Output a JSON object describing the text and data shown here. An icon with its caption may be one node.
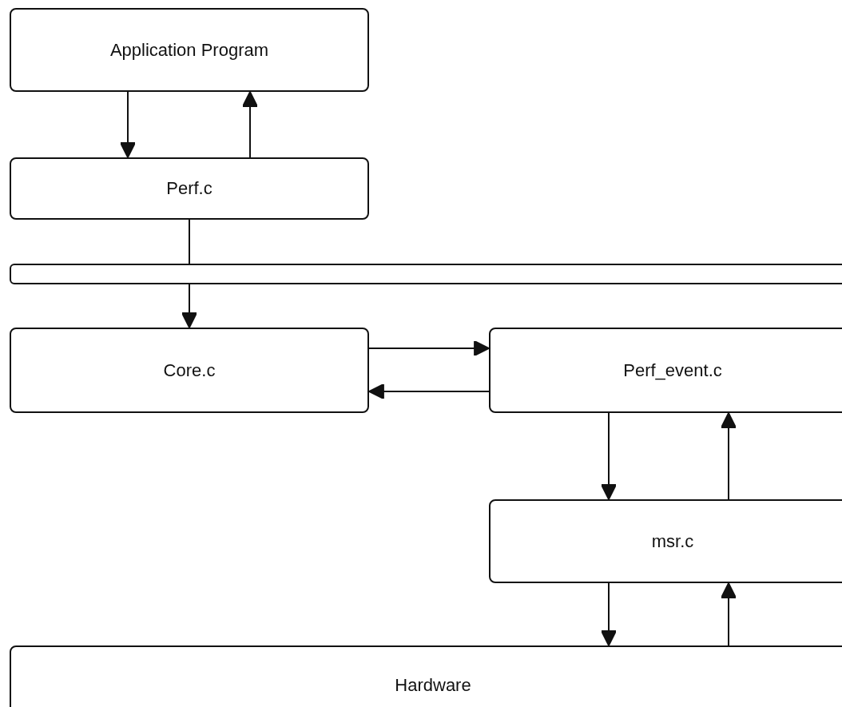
{
  "diagram": {
    "nodes": [
      {
        "text": [
          "Application Program"
        ]
      },
      {
        "text": [
          "Perf.c"
        ]
      },
      {
        "text": [],
        "shape": "bar"
      },
      {
        "text": [
          "Core.c"
        ]
      },
      {
        "text": [
          "Perf_event.c"
        ]
      },
      {
        "text": [
          "msr.c"
        ]
      },
      {
        "text": [
          "Hardware"
        ]
      }
    ],
    "edges": [
      {
        "from": 0,
        "to": 1,
        "arrow": "to"
      },
      {
        "from": 1,
        "to": 0,
        "arrow": "to"
      },
      {
        "from": 1,
        "to": 2,
        "arrow": "none"
      },
      {
        "from": 2,
        "to": 3,
        "arrow": "to"
      },
      {
        "from": 3,
        "to": 4,
        "arrow": "to"
      },
      {
        "from": 4,
        "to": 3,
        "arrow": "to"
      },
      {
        "from": 4,
        "to": 5,
        "arrow": "to"
      },
      {
        "from": 5,
        "to": 4,
        "arrow": "to"
      },
      {
        "from": 5,
        "to": 6,
        "arrow": "to"
      },
      {
        "from": 6,
        "to": 5,
        "arrow": "to"
      }
    ]
  }
}
